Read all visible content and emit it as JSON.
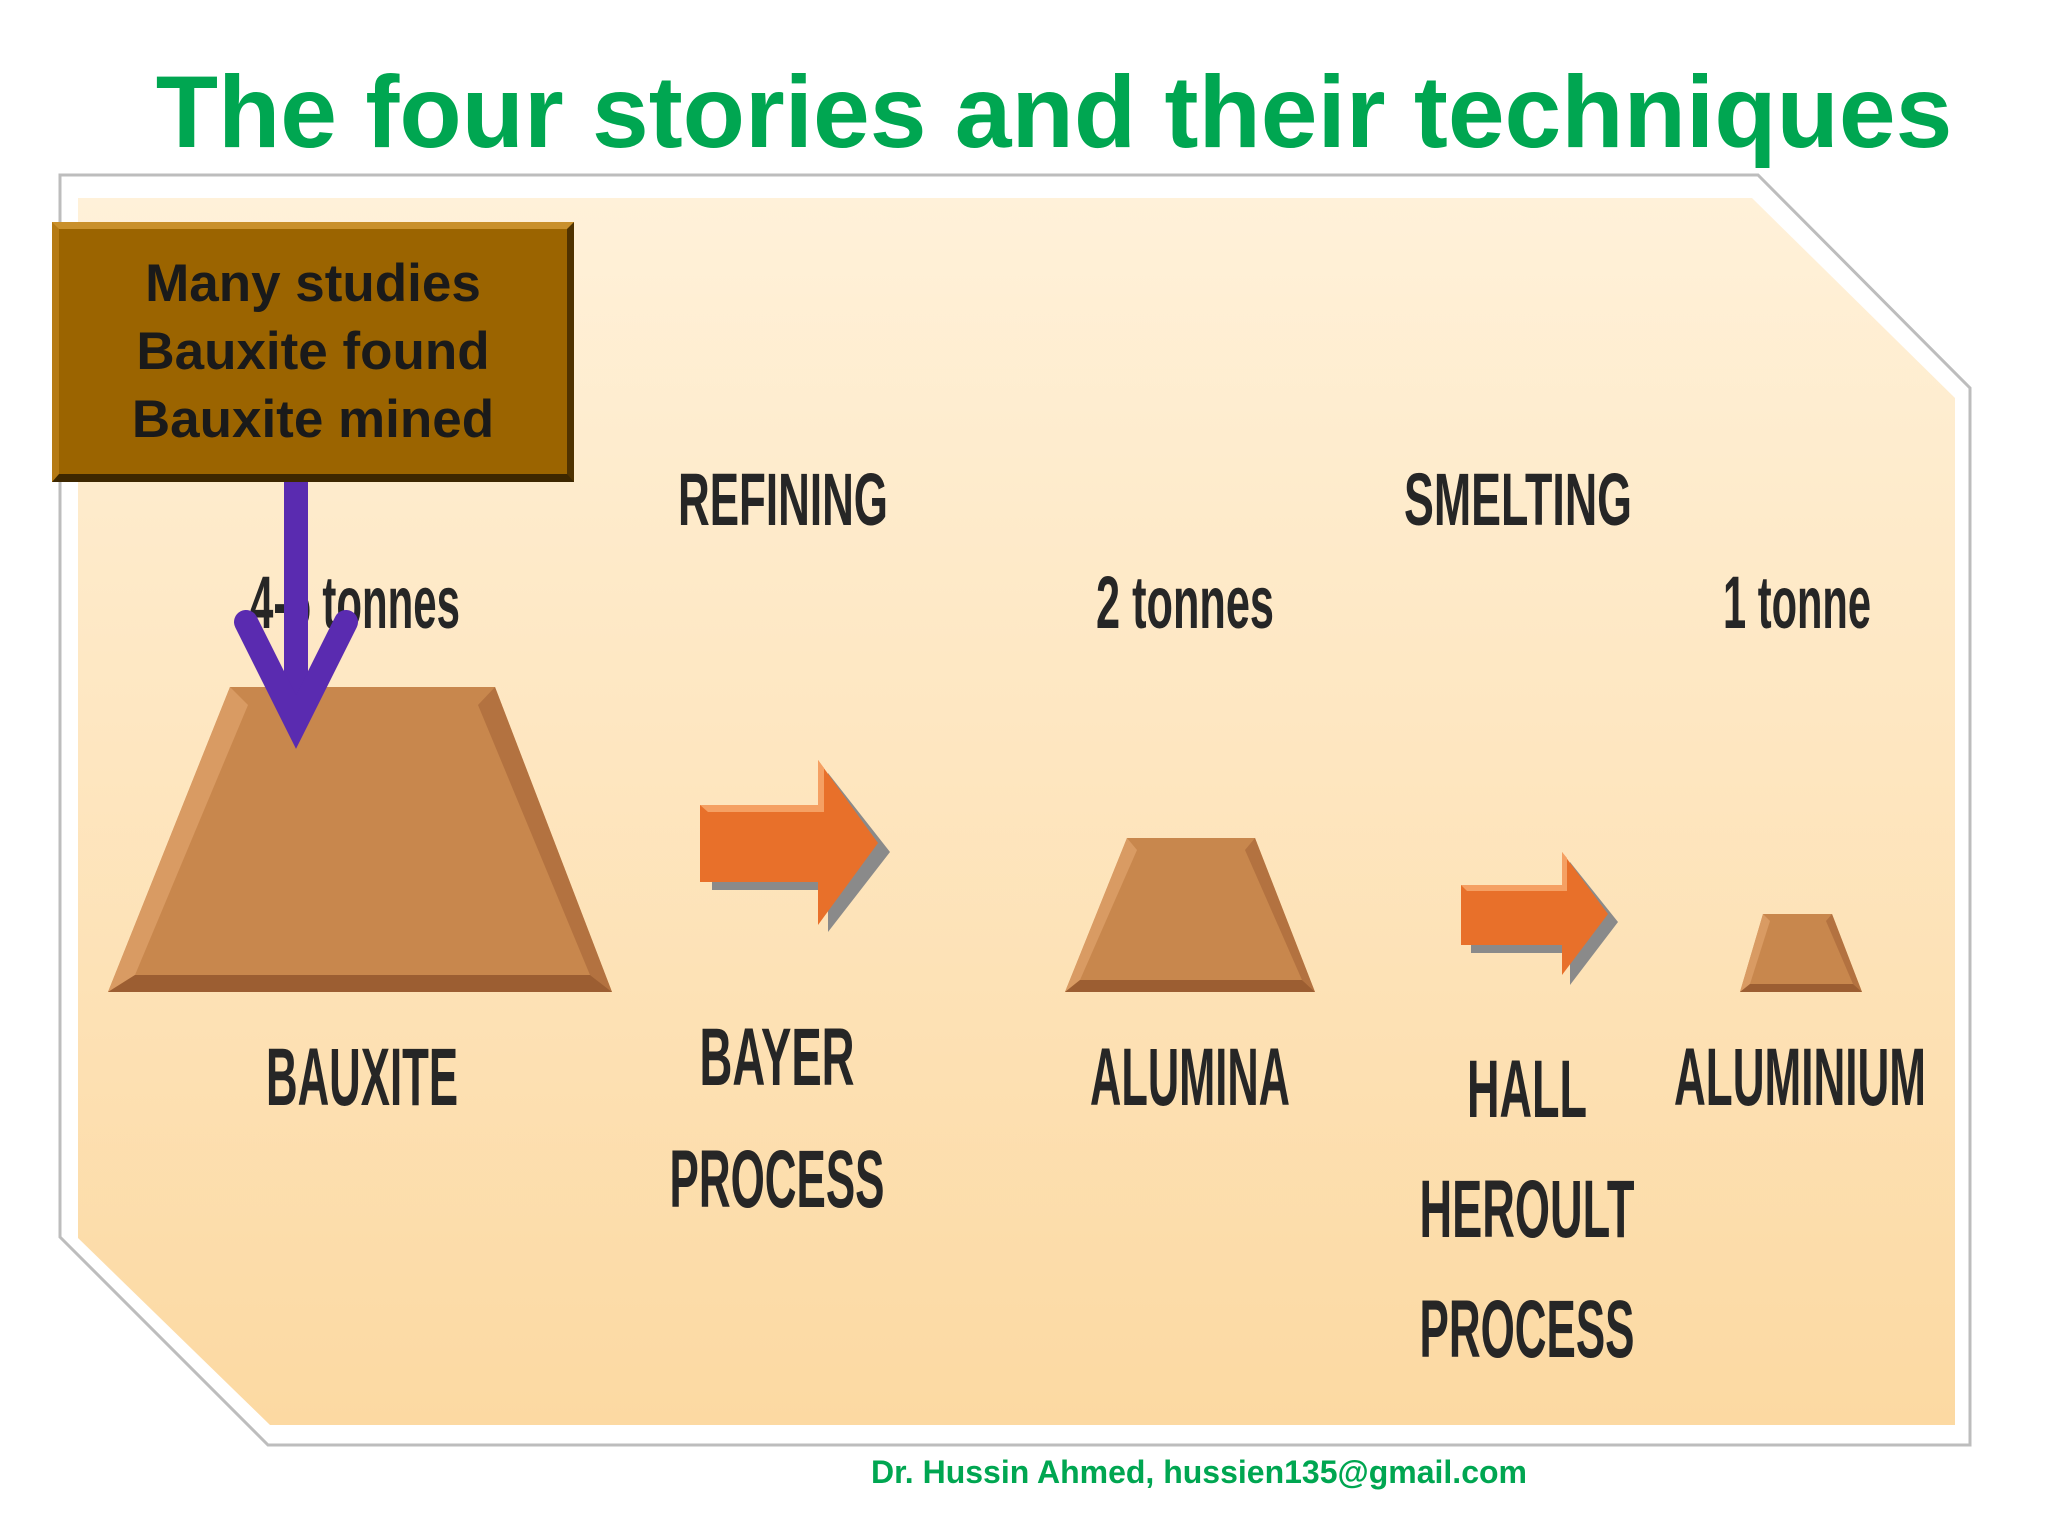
{
  "title": "The four stories and their techniques",
  "callout": {
    "lines": [
      "Many studies",
      "Bauxite found",
      "Bauxite mined"
    ]
  },
  "stages": {
    "refining": "REFINING",
    "smelting": "SMELTING"
  },
  "quantities": {
    "bauxite": "4-5 tonnes",
    "alumina": "2 tonnes",
    "aluminium": "1 tonne"
  },
  "products": {
    "bauxite": "BAUXITE",
    "alumina": "ALUMINA",
    "aluminium": "ALUMINIUM"
  },
  "processes": {
    "bayer": [
      "BAYER",
      "PROCESS"
    ],
    "hall_heroult": [
      "HALL",
      "HEROULT",
      "PROCESS"
    ]
  },
  "footer": "Dr. Hussin Ahmed, hussien135@gmail.com",
  "colors": {
    "title": "#00a651",
    "panel_background": "#fde3b6",
    "pile": "#c8874d",
    "process_arrow": "#e8702a",
    "callout_box": "#9b6400",
    "callout_arrow": "#5a2bb0"
  }
}
